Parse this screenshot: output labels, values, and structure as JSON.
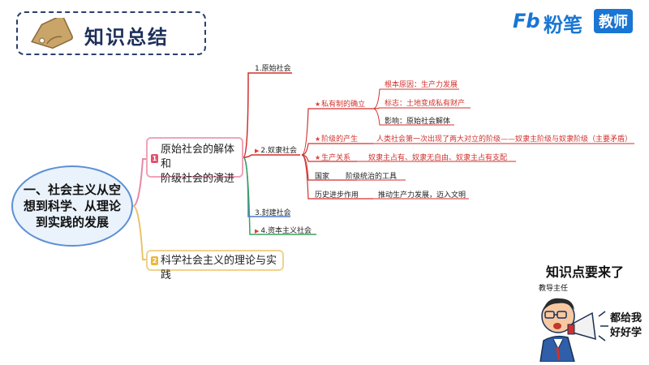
{
  "header": {
    "title": "知识总结",
    "brand_fb": "Fb",
    "brand_name": "粉笔",
    "brand_badge": "教师"
  },
  "mindmap": {
    "root": "一、社会主义从空想到科学、从理论到实践的发展",
    "root_lines": [
      "一、社会主义从空",
      "想到科学、从理论",
      "到实践的发展"
    ],
    "branch1": {
      "badge": "1",
      "lines": [
        "原始社会的解体和",
        "阶级社会的演进"
      ],
      "children": {
        "c1": "1.原始社会",
        "c2": "2.奴隶社会",
        "c3": "3.封建社会",
        "c4": "4.资本主义社会"
      },
      "slave": {
        "private": {
          "label": "私有制的确立",
          "root_cause": "根本原因：生产力发展",
          "sign": "标志：土地变成私有财产",
          "effect": "影响：原始社会解体"
        },
        "class_origin": {
          "label": "阶级的产生",
          "desc": "人类社会第一次出现了两大对立的阶级——奴隶主阶级与奴隶阶级（主要矛盾）"
        },
        "relations": {
          "label": "生产关系",
          "desc": "奴隶主占有、奴隶无自由、奴隶主占有支配"
        },
        "state": {
          "label": "国家",
          "desc": "阶级统治的工具"
        },
        "history": {
          "label": "历史进步作用",
          "desc": "推动生产力发展，迈入文明"
        }
      }
    },
    "branch2": {
      "badge": "2",
      "label": "科学社会主义的理论与实践"
    }
  },
  "mascot": {
    "bubble_title": "知识点要来了",
    "role": "教导主任",
    "shout_lines": [
      "都给我",
      "好好学"
    ]
  },
  "colors": {
    "red_line": "#d0312d",
    "blue_line": "#4b7ac7",
    "green_line": "#3aa35a",
    "brand": "#1976d2"
  }
}
